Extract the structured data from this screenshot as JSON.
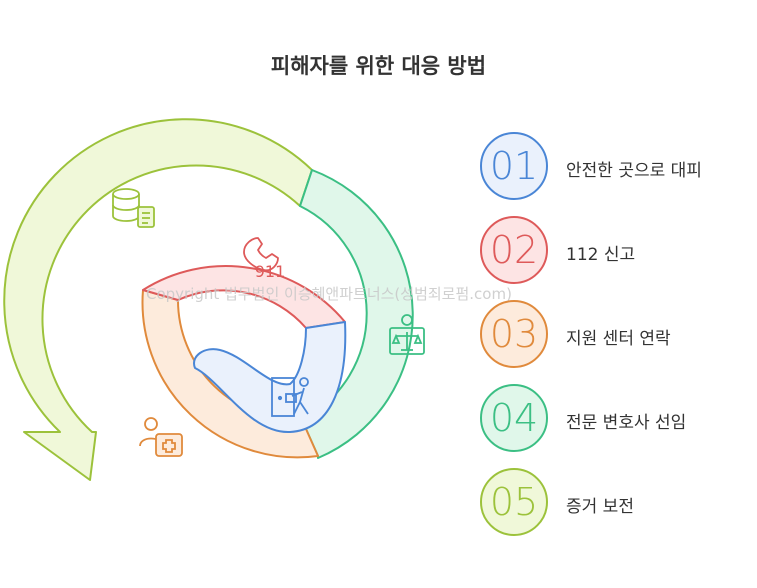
{
  "title": "피해자를 위한 대응 방법",
  "watermark": "Copyright  법무법인 이승혜앤파트너스(성범죄로펌.com)",
  "phone_number_text": "911",
  "colors": {
    "blue": "#4a86d6",
    "blue_fill": "#eaf1fc",
    "red": "#de5a5a",
    "red_fill": "#fde4e4",
    "orange": "#e08a3c",
    "orange_fill": "#fdebdc",
    "green": "#3bbf84",
    "green_fill": "#e0f7ea",
    "lime": "#9cc23b",
    "lime_fill": "#f0f8d9"
  },
  "steps": [
    {
      "number": "01",
      "label": "안전한 곳으로 대피",
      "color": "#4a86d6",
      "fill": "#eaf1fc",
      "icon": "exit-door-icon"
    },
    {
      "number": "02",
      "label": "112 신고",
      "color": "#de5a5a",
      "fill": "#fde4e4",
      "icon": "phone-911-icon"
    },
    {
      "number": "03",
      "label": "지원 센터 연락",
      "color": "#e08a3c",
      "fill": "#fdebdc",
      "icon": "medical-support-icon"
    },
    {
      "number": "04",
      "label": "전문 변호사 선임",
      "color": "#3bbf84",
      "fill": "#e0f7ea",
      "icon": "lawyer-scales-icon"
    },
    {
      "number": "05",
      "label": "증거 보전",
      "color": "#9cc23b",
      "fill": "#f0f8d9",
      "icon": "evidence-database-icon"
    }
  ]
}
